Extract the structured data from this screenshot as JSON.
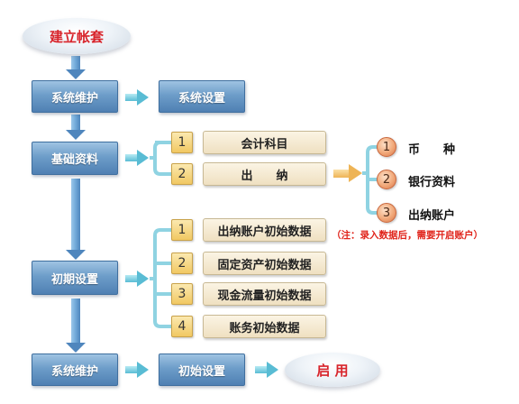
{
  "start_label": "建立帐套",
  "end_label": "启 用",
  "steps": {
    "system_maintain_top": "系统维护",
    "system_settings": "系统设置",
    "basic_data": "基础资料",
    "initial_settings": "初期设置",
    "system_maintain_bottom": "系统维护",
    "initialize_settings": "初始设置"
  },
  "basic_items": [
    {
      "num": "1",
      "label": "会计科目"
    },
    {
      "num": "2",
      "label": "出　　纳"
    }
  ],
  "cashier_items": [
    {
      "num": "1",
      "label": "币　　种"
    },
    {
      "num": "2",
      "label": "银行资料"
    },
    {
      "num": "3",
      "label": "出纳账户"
    }
  ],
  "initial_items": [
    {
      "num": "1",
      "label": "出纳账户初始数据"
    },
    {
      "num": "2",
      "label": "固定资产初始数据"
    },
    {
      "num": "3",
      "label": "现金流量初始数据"
    },
    {
      "num": "4",
      "label": "账务初始数据"
    }
  ],
  "note": "（注：录入数据后，需要开启账户）",
  "colors": {
    "step_blue": "#5f8fc0",
    "arrow_blue": "#7fb2dd",
    "arrow_cyan": "#7ccfe0",
    "arrow_orange": "#f3c26e",
    "accent_red": "#d8242b",
    "item_beige": "#f3e6cb",
    "number_yellow": "#f1c862"
  }
}
